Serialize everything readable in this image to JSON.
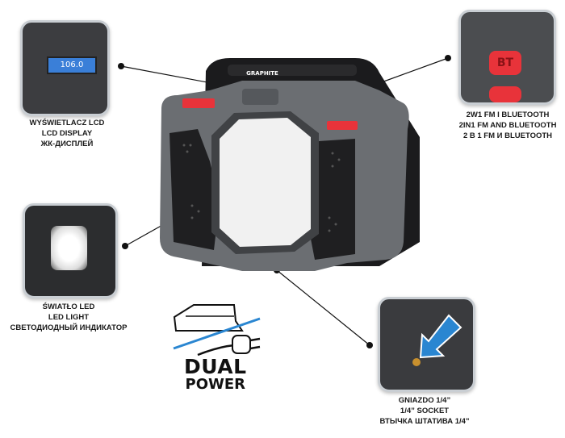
{
  "brand": "GRAPHITE",
  "lcd_readout": "106.0",
  "bt_button_label": "BT",
  "callouts": {
    "lcd": [
      "WYŚWIETLACZ LCD",
      "LCD DISPLAY",
      "ЖК-ДИСПЛЕЙ"
    ],
    "bluetooth": [
      "2W1 FM I BLUETOOTH",
      "2IN1 FM AND BLUETOOTH",
      "2 В 1 FM И BLUETOOTH"
    ],
    "led": [
      "ŚWIATŁO LED",
      "LED LIGHT",
      "СВЕТОДИОДНЫЙ ИНДИКАТОР"
    ],
    "socket": [
      "GNIAZDO 1/4”",
      "1/4” SOCKET",
      "ВТЫЧКА ШТАТИВА 1/4\""
    ]
  },
  "dual_power": [
    "DUAL",
    "POWER"
  ],
  "colors": {
    "accent_red": "#e8333a",
    "body_gray": "#6b6e72",
    "frame_black": "#1b1b1d",
    "lcd_blue": "#3a7fd8",
    "arrow_blue": "#2a86d1"
  }
}
